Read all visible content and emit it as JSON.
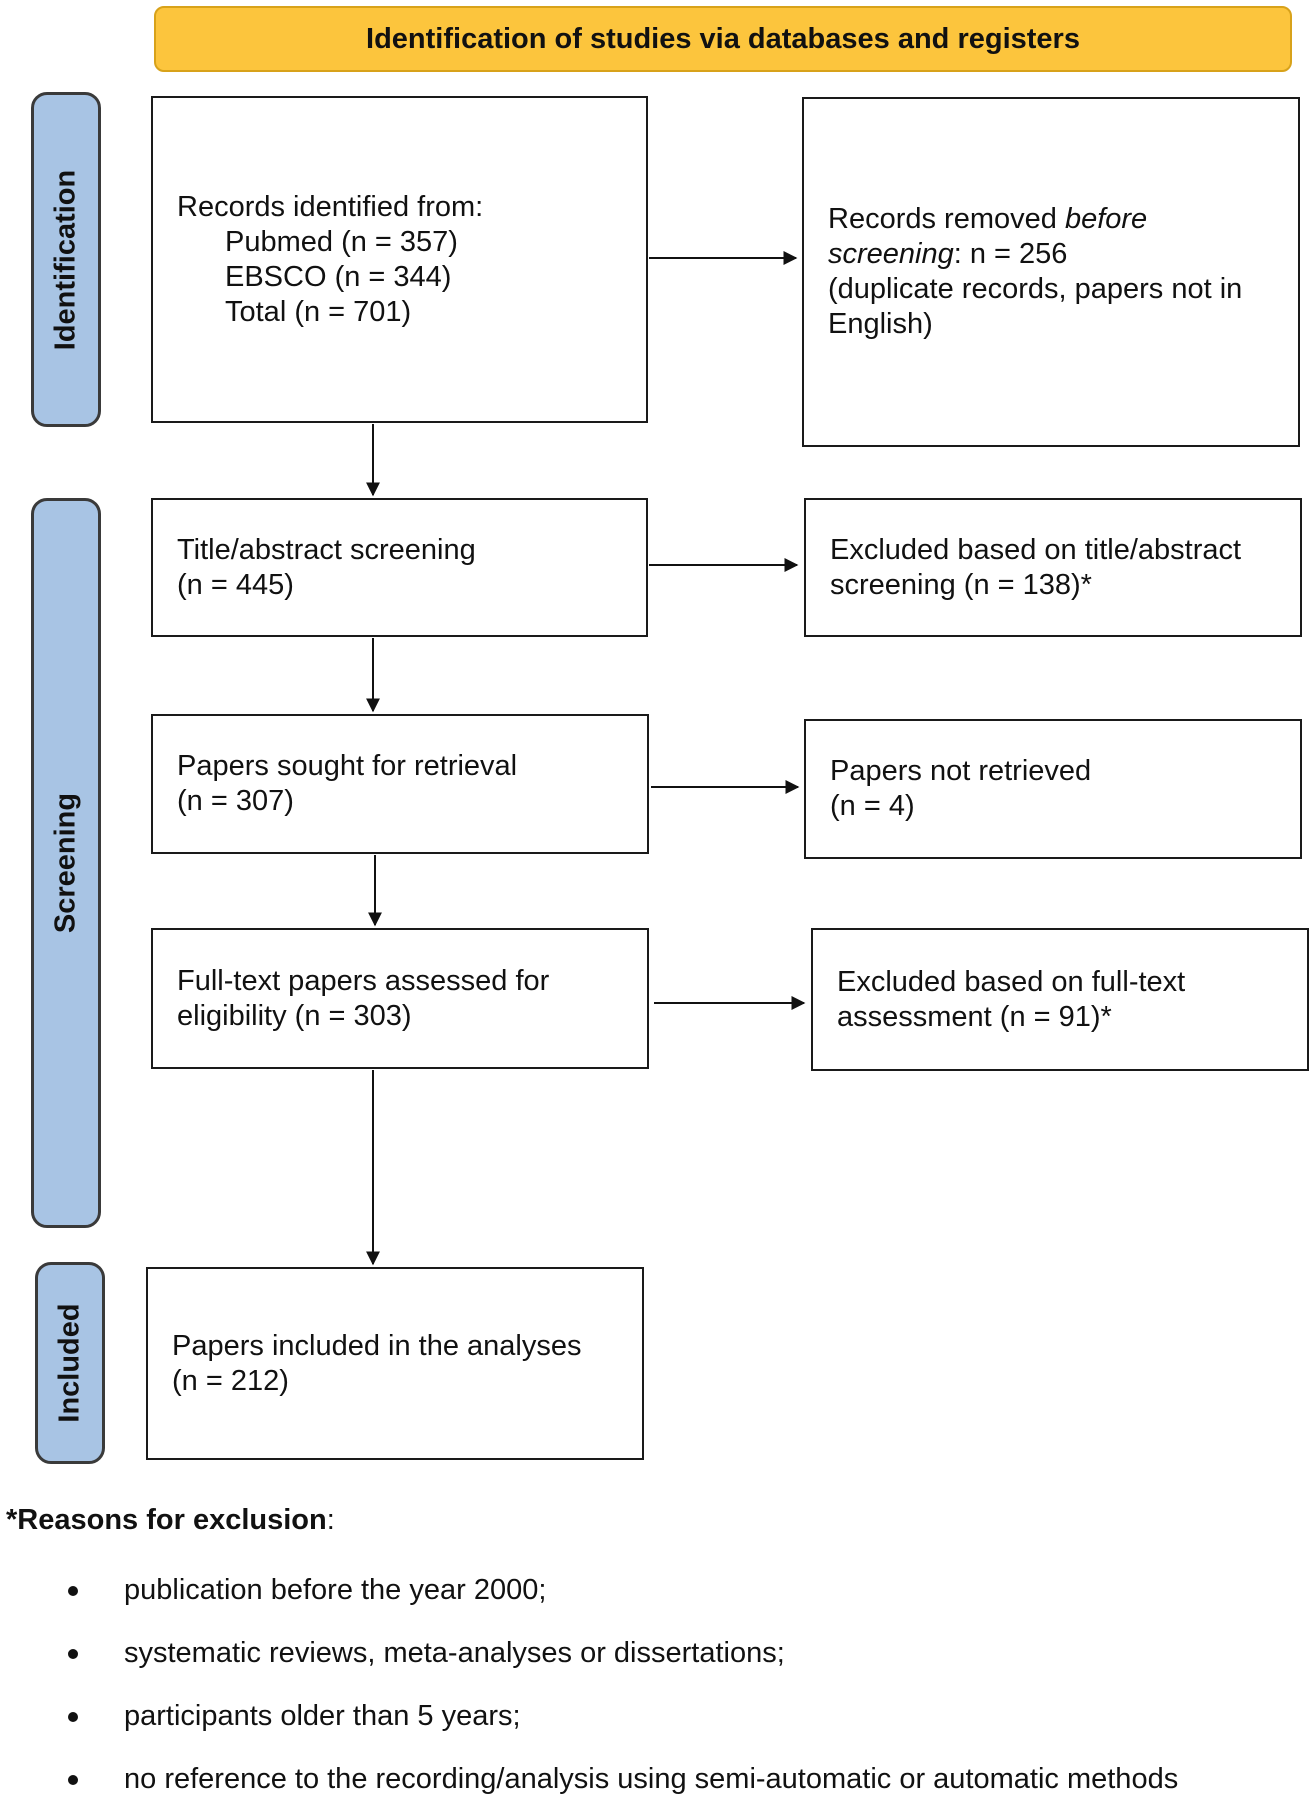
{
  "header": {
    "title": "Identification of studies via databases and registers"
  },
  "phases": {
    "identification": "Identification",
    "screening": "Screening",
    "included": "Included"
  },
  "boxes": {
    "records_identified": {
      "heading": "Records identified from:",
      "lines": [
        "Pubmed (n = 357)",
        "EBSCO (n = 344)",
        "Total (n = 701)"
      ]
    },
    "records_removed": {
      "prefix": "Records removed ",
      "italic1": "before",
      "italic2": "screening",
      "suffix": ": n = 256",
      "detail": "(duplicate records, papers not in",
      "detail2": "English)"
    },
    "title_abstract": {
      "line1": "Title/abstract screening",
      "line2": "(n = 445)"
    },
    "excluded_title": {
      "line1": "Excluded based on title/abstract",
      "line2": "screening (n = 138)*"
    },
    "sought": {
      "line1": "Papers sought for retrieval",
      "line2": "(n = 307)"
    },
    "not_retrieved": {
      "line1": "Papers not retrieved",
      "line2": "(n = 4)"
    },
    "fulltext": {
      "line1": "Full-text papers assessed for",
      "line2": "eligibility (n = 303)"
    },
    "excluded_fulltext": {
      "line1": "Excluded based on full-text",
      "line2": "assessment (n = 91)*"
    },
    "included": {
      "line1": "Papers included in the analyses",
      "line2": "(n = 212)"
    }
  },
  "notes": {
    "title": "*Reasons for exclusion",
    "colon": ":",
    "items": [
      "publication before the year 2000;",
      "systematic reviews, meta-analyses or dissertations;",
      "participants older than 5 years;",
      "no reference to the recording/analysis using semi-automatic or automatic methods"
    ]
  }
}
